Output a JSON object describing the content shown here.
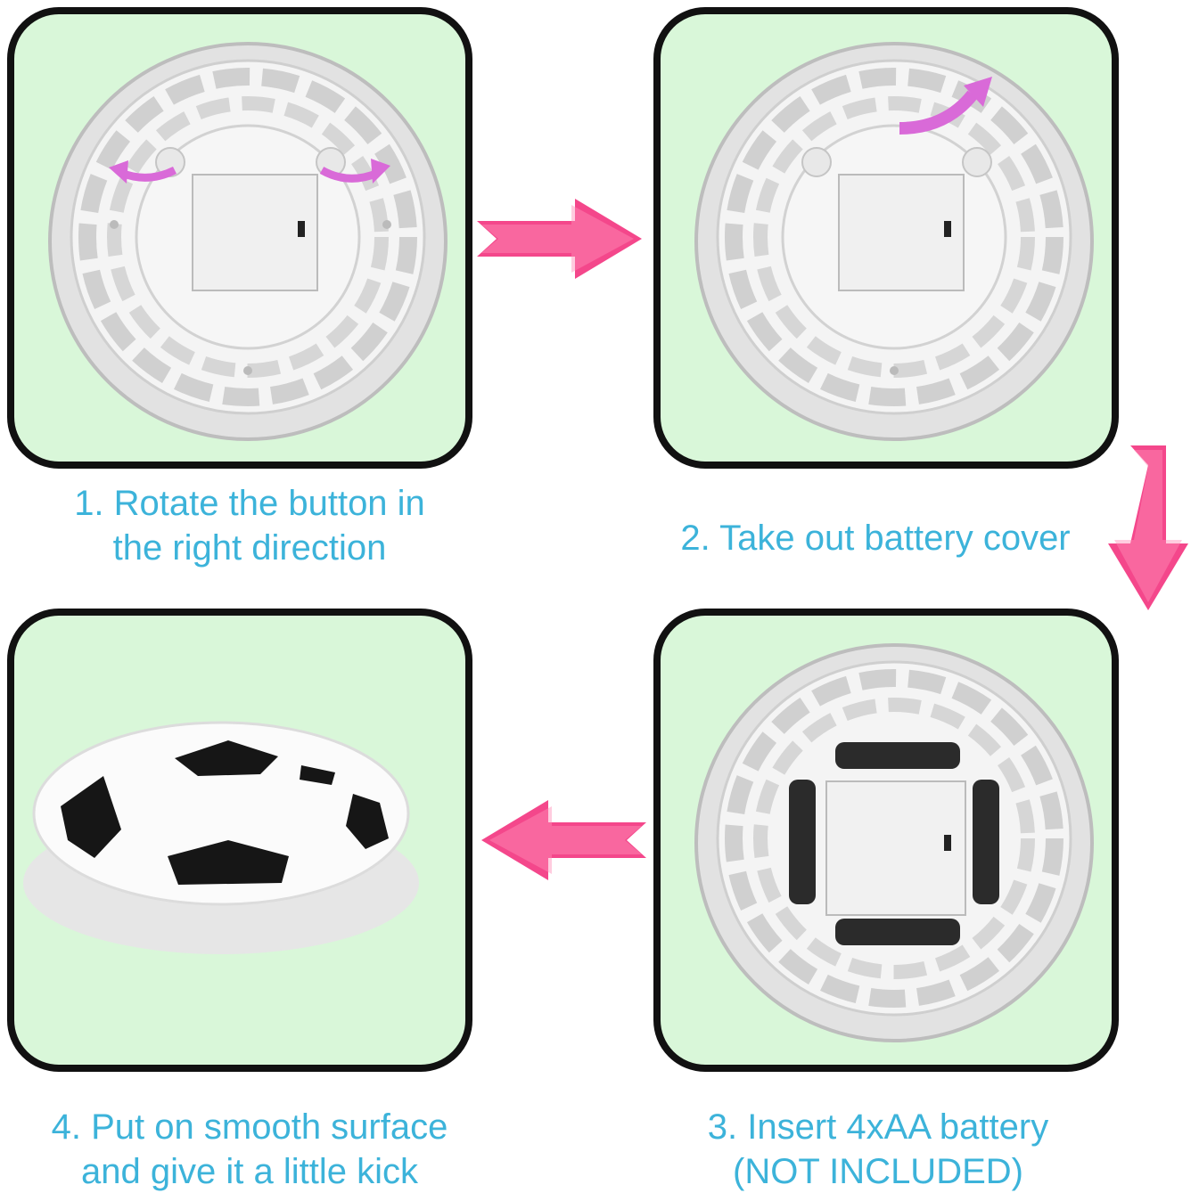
{
  "steps": [
    {
      "line1": "1. Rotate the button in",
      "line2": "the right direction"
    },
    {
      "line1": "2. Take out battery cover",
      "line2": ""
    },
    {
      "line1": "3. Insert 4xAA battery",
      "line2": "(NOT INCLUDED)"
    },
    {
      "line1": "4. Put on smooth surface",
      "line2": "and give it a little kick"
    }
  ],
  "colors": {
    "panel_bg": "#d9f7d9",
    "panel_border": "#111111",
    "caption": "#3cb3da",
    "arrow": "#f4478b",
    "rotate_arrow": "#d96ad8"
  },
  "icons": [
    "hover-ball-bottom",
    "rotate-arrow-icon",
    "lift-arrow-icon",
    "battery-icon",
    "soccer-ball-icon",
    "pink-arrow-icon"
  ]
}
